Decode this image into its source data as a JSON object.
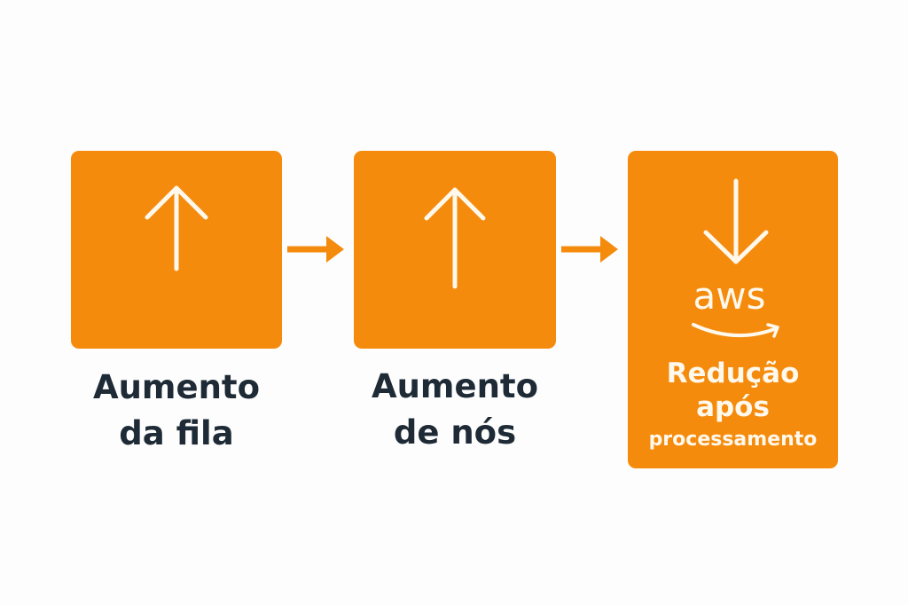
{
  "steps": [
    {
      "icon": "arrow-up-icon",
      "label_line1": "Aumento",
      "label_line2": "da fila"
    },
    {
      "icon": "arrow-up-icon",
      "label_line1": "Aumento",
      "label_line2": "de nós"
    },
    {
      "icon": "arrow-down-icon",
      "logo": "aws",
      "label_line1": "Redução",
      "label_line2": "após",
      "label_line3": "processamento"
    }
  ],
  "colors": {
    "accent": "#f58b0c",
    "text": "#1e2b36"
  }
}
